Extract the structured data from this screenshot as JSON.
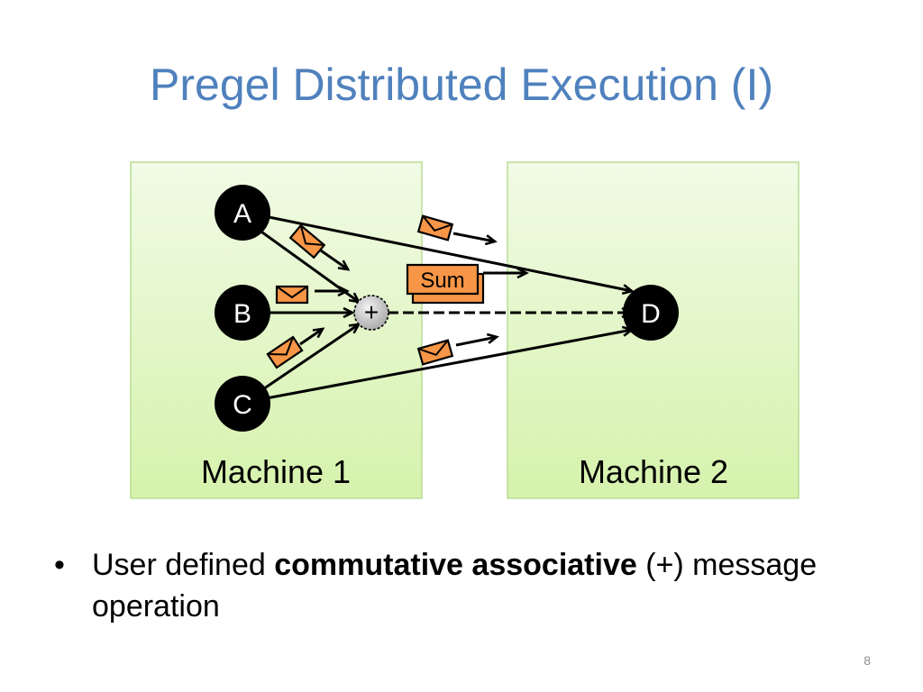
{
  "slide": {
    "title": "Pregel Distributed Execution (I)",
    "page_number": "8"
  },
  "diagram": {
    "machine1_label": "Machine 1",
    "machine2_label": "Machine 2",
    "vertex_a": "A",
    "vertex_b": "B",
    "vertex_c": "C",
    "vertex_d": "D",
    "combiner_symbol": "+",
    "sum_label": "Sum"
  },
  "bullet": {
    "marker": "•",
    "text_before": "User defined ",
    "text_bold": "commutative associative",
    "text_after": " (+) message operation"
  },
  "colors": {
    "title": "#4f81bd",
    "machine_fill": "#e5f7cc",
    "machine_border": "#b5d98e",
    "envelope": "#f79646",
    "vertex": "#000000"
  }
}
